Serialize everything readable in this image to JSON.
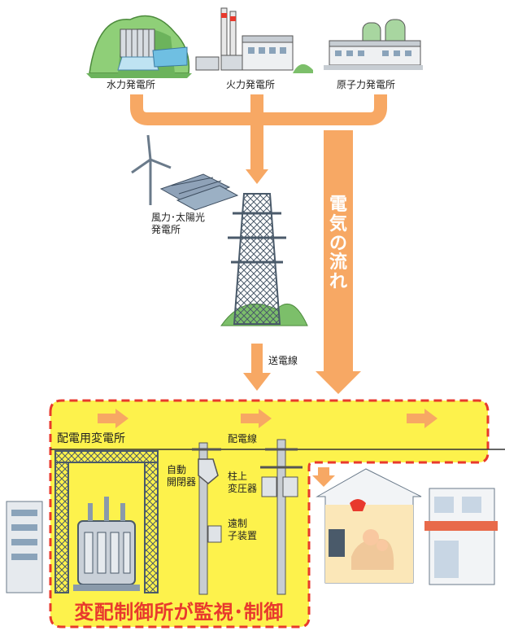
{
  "plants": {
    "hydro": "水力発電所",
    "thermal": "火力発電所",
    "nuclear": "原子力発電所"
  },
  "renewable": {
    "line1": "風力･太陽光",
    "line2": "発電所"
  },
  "flow_label": [
    "電",
    "気",
    "の",
    "流",
    "れ"
  ],
  "transmission_line": "送電線",
  "substation": "配電用変電所",
  "distribution_line": "配電線",
  "auto_switch": {
    "line1": "自動",
    "line2": "開閉器"
  },
  "pole_transformer": {
    "line1": "柱上",
    "line2": "変圧器"
  },
  "remote_unit": {
    "line1": "遠制",
    "line2": "子装置"
  },
  "headline": "変配制御所が監視･制御",
  "colors": {
    "flow_orange": "#f7a864",
    "highlight_yellow": "#fdf24c",
    "dashed_red": "#e8392d",
    "headline_red": "#e8392d",
    "steel_gray": "#6a7a8a",
    "hill_green": "#7cbf6a"
  }
}
